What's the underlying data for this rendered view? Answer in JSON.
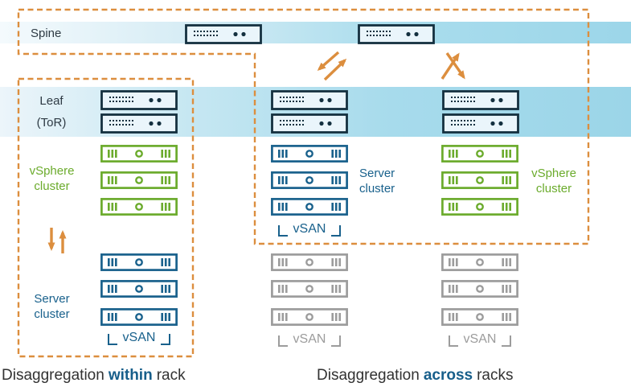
{
  "bands": {
    "spine": {
      "label": "Spine"
    },
    "leaf": {
      "label_line1": "Leaf",
      "label_line2": "(ToR)"
    }
  },
  "racks": {
    "left": {
      "upper_cluster": {
        "line1": "vSphere",
        "line2": "cluster"
      },
      "lower_cluster": {
        "line1": "Server",
        "line2": "cluster"
      },
      "vsan": "vSAN"
    },
    "middle": {
      "cluster": {
        "line1": "Server",
        "line2": "cluster"
      },
      "vsan_top": "vSAN",
      "vsan_bottom": "vSAN"
    },
    "right": {
      "cluster": {
        "line1": "vSphere",
        "line2": "cluster"
      },
      "vsan_bottom": "vSAN"
    }
  },
  "captions": {
    "within": {
      "pre": "Disaggregation",
      "bold": "within",
      "post": "rack"
    },
    "across": {
      "pre": "Disaggregation",
      "bold": "across",
      "post": "racks"
    }
  },
  "icons": {
    "switch": "switch-icon",
    "server": "server-icon",
    "exchange_arrows": "exchange-arrows-icon"
  },
  "colors": {
    "accent_orange": "#DC8E3E",
    "switch_navy": "#14303F",
    "cluster_blue": "#19618C",
    "cluster_green": "#6BAB2C",
    "idle_gray": "#9C9C9C",
    "band_blue": "#9CD6E9",
    "caption_highlight": "#175E8A"
  }
}
